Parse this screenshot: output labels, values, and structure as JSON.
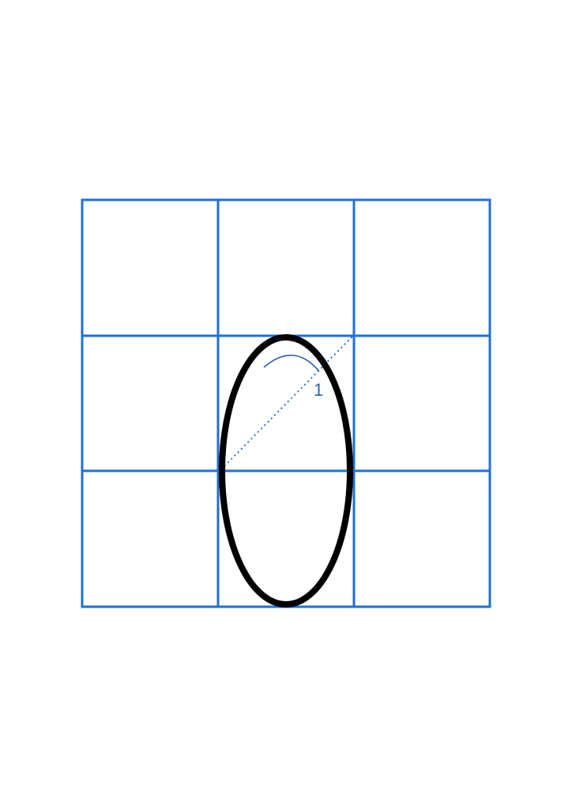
{
  "diagram": {
    "grid": {
      "rows": 3,
      "columns": 3,
      "line_color": "#1f6fd6"
    },
    "letter": {
      "shape": "oval",
      "stroke_color": "#000000"
    },
    "guide": {
      "line_color": "#2a6fc9"
    },
    "stroke_order_label": "1"
  }
}
